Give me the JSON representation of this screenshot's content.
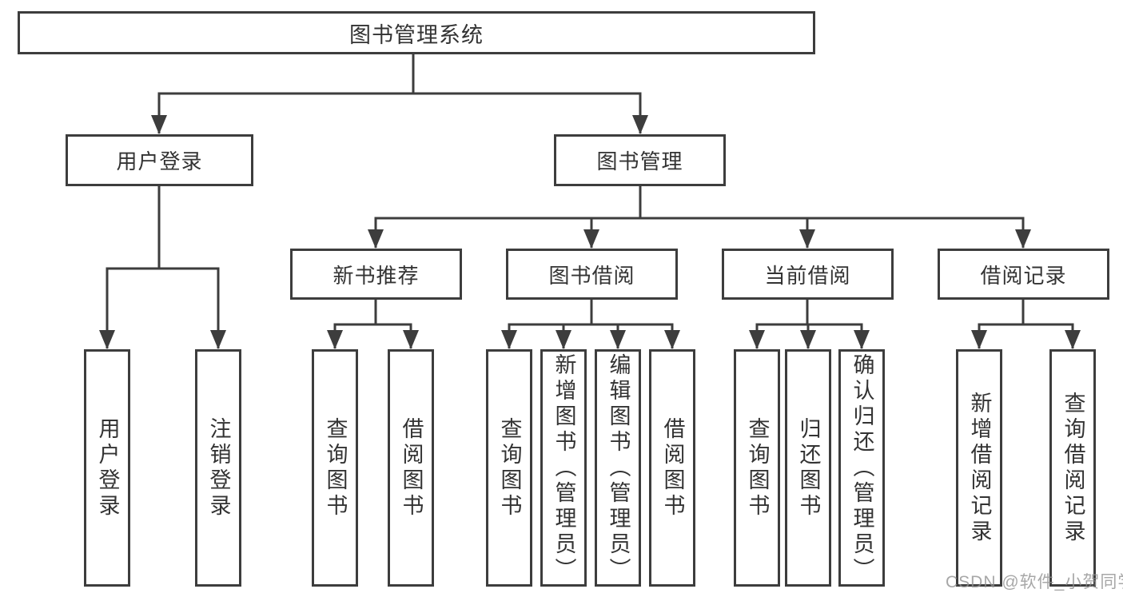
{
  "colors": {
    "line": "#3d3d3d",
    "text": "#333333",
    "background": "#ffffff",
    "watermark": "#919191"
  },
  "watermark": {
    "text": "CSDN @软件_小贺同学"
  },
  "tree": {
    "root": {
      "label": "图书管理系统"
    },
    "login": {
      "label": "用户登录",
      "children": [
        {
          "label": "用户登录"
        },
        {
          "label": "注销登录"
        }
      ]
    },
    "mgmt": {
      "label": "图书管理",
      "sections": [
        {
          "label": "新书推荐",
          "children": [
            {
              "label": "查询图书"
            },
            {
              "label": "借阅图书"
            }
          ]
        },
        {
          "label": "图书借阅",
          "children": [
            {
              "label": "查询图书"
            },
            {
              "label": "新增图书（管理员）"
            },
            {
              "label": "编辑图书（管理员）"
            },
            {
              "label": "借阅图书"
            }
          ]
        },
        {
          "label": "当前借阅",
          "children": [
            {
              "label": "查询图书"
            },
            {
              "label": "归还图书"
            },
            {
              "label": "确认归还（管理员）"
            }
          ]
        },
        {
          "label": "借阅记录",
          "children": [
            {
              "label": "新增借阅记录"
            },
            {
              "label": "查询借阅记录"
            }
          ]
        }
      ]
    }
  }
}
